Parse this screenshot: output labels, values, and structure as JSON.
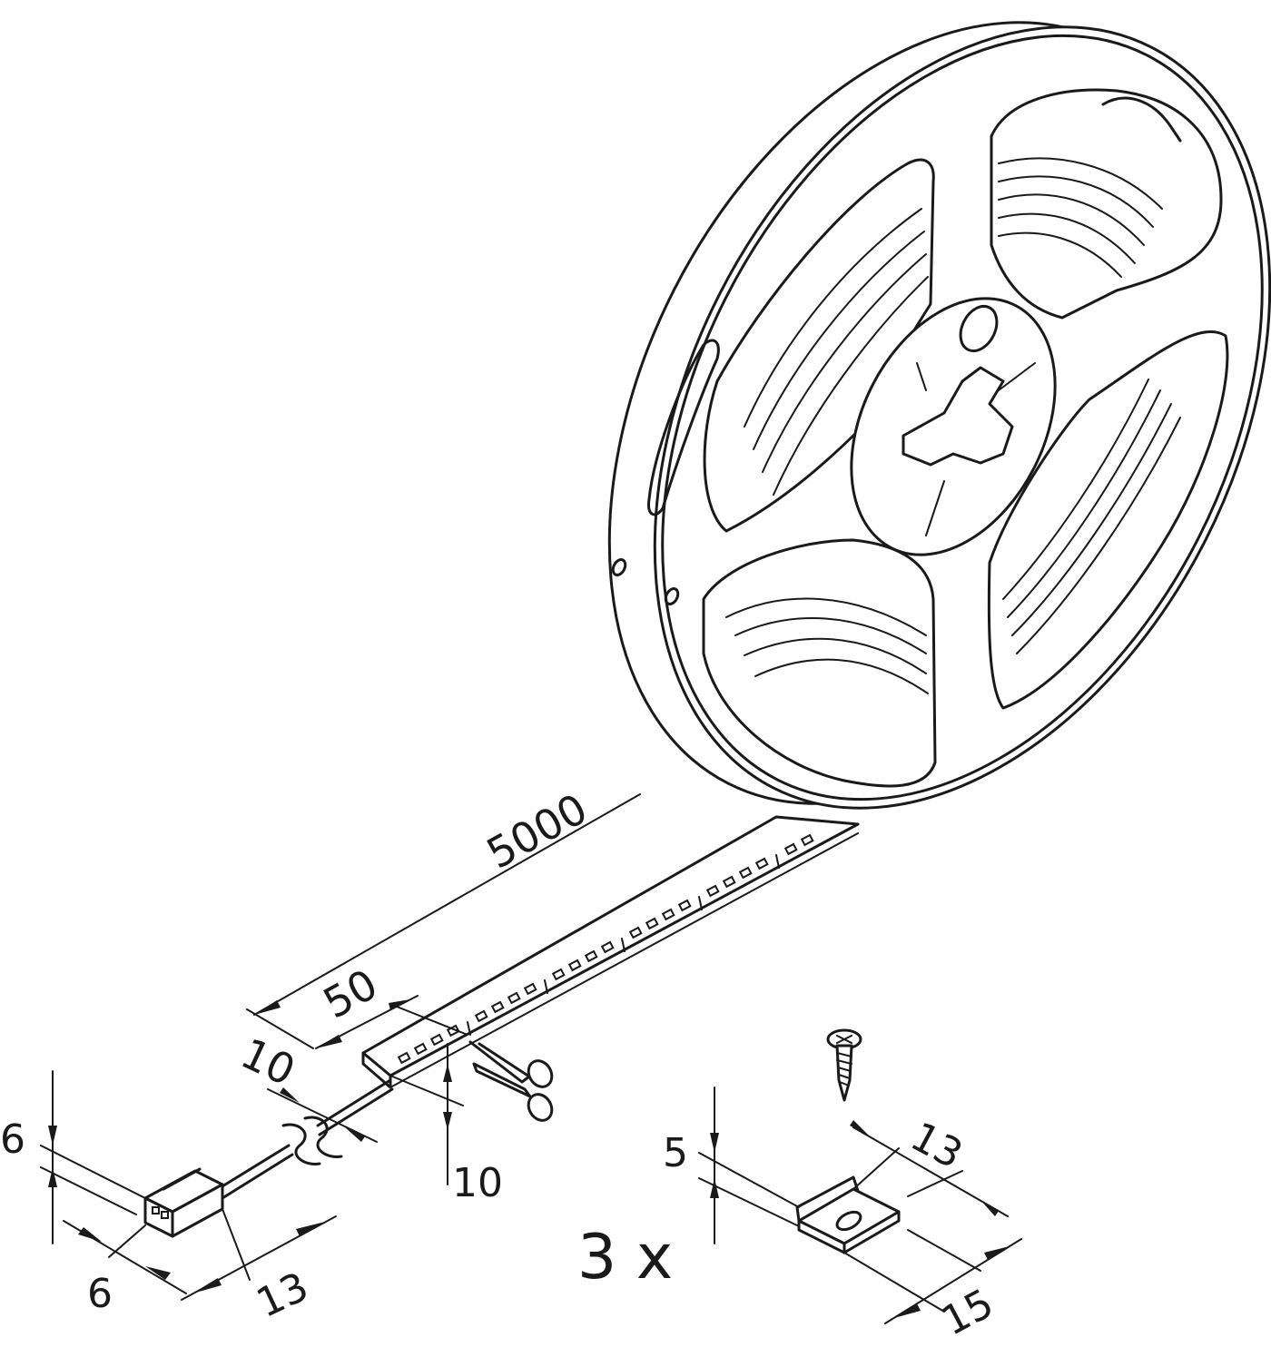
{
  "dimensions": {
    "strip_length": "5000",
    "segment_length": "50",
    "strip_width": "10",
    "strip_height": "10",
    "connector_height": "6",
    "connector_width": "6",
    "connector_length": "13",
    "clip_height": "5",
    "clip_width": "13",
    "clip_length": "15"
  },
  "clip_quantity": "3 x"
}
